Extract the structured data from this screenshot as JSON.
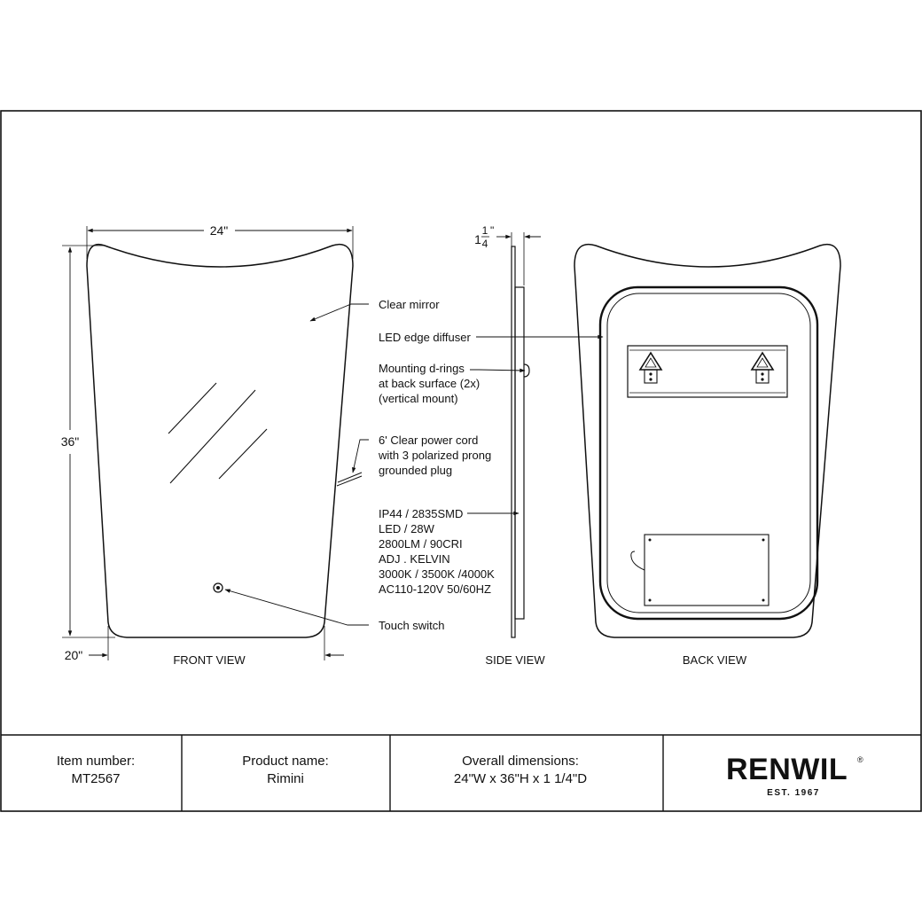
{
  "dimensions": {
    "width": "24\"",
    "height": "36\"",
    "bottom_width": "20\"",
    "depth_whole": "1",
    "depth_num": "1",
    "depth_den": "4",
    "depth_unit": "\""
  },
  "callouts": {
    "clear_mirror": "Clear mirror",
    "led_edge_diffuser": "LED edge diffuser",
    "mounting": [
      "Mounting d-rings",
      "at back surface (2x)",
      "(vertical mount)"
    ],
    "power_cord": [
      "6' Clear power cord",
      "with 3 polarized prong",
      "grounded plug"
    ],
    "specs": [
      "IP44 / 2835SMD",
      "LED / 28W",
      "2800LM / 90CRI",
      "ADJ . KELVIN",
      "3000K / 3500K /4000K",
      "AC110-120V 50/60HZ"
    ],
    "touch_switch": "Touch switch"
  },
  "views": {
    "front": "FRONT VIEW",
    "side": "SIDE VIEW",
    "back": "BACK VIEW"
  },
  "title_block": {
    "item_label": "Item number:",
    "item_value": "MT2567",
    "product_label": "Product name:",
    "product_value": "Rimini",
    "dims_label": "Overall dimensions:",
    "dims_value": "24\"W x 36\"H x 1 1/4\"D",
    "brand": "RENWIL",
    "brand_mark": "®",
    "brand_est": "EST. 1967"
  }
}
